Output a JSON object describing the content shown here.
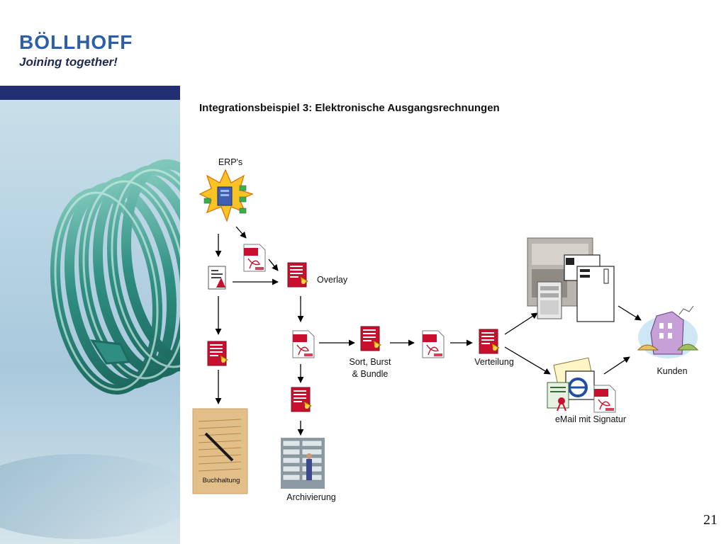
{
  "header": {
    "logo": "BÖLLHOFF",
    "tagline": "Joining together!"
  },
  "slide": {
    "title": "Integrationsbeispiel 3: Elektronische Ausgangsrechnungen",
    "page_number": "21"
  },
  "diagram": {
    "labels": {
      "erp": "ERP's",
      "overlay": "Overlay",
      "sort_line1": "Sort, Burst",
      "sort_line2": "& Bundle",
      "verteilung": "Verteilung",
      "kunden": "Kunden",
      "email": "eMail mit Signatur",
      "buchhaltung": "Buchhaltung",
      "archivierung": "Archivierung"
    },
    "icon_text": {
      "pdf": "PDF"
    },
    "colors": {
      "pdf_red": "#c8102e",
      "brand_blue": "#2d5fa8",
      "navy": "#223071",
      "arrow": "#000000"
    }
  }
}
